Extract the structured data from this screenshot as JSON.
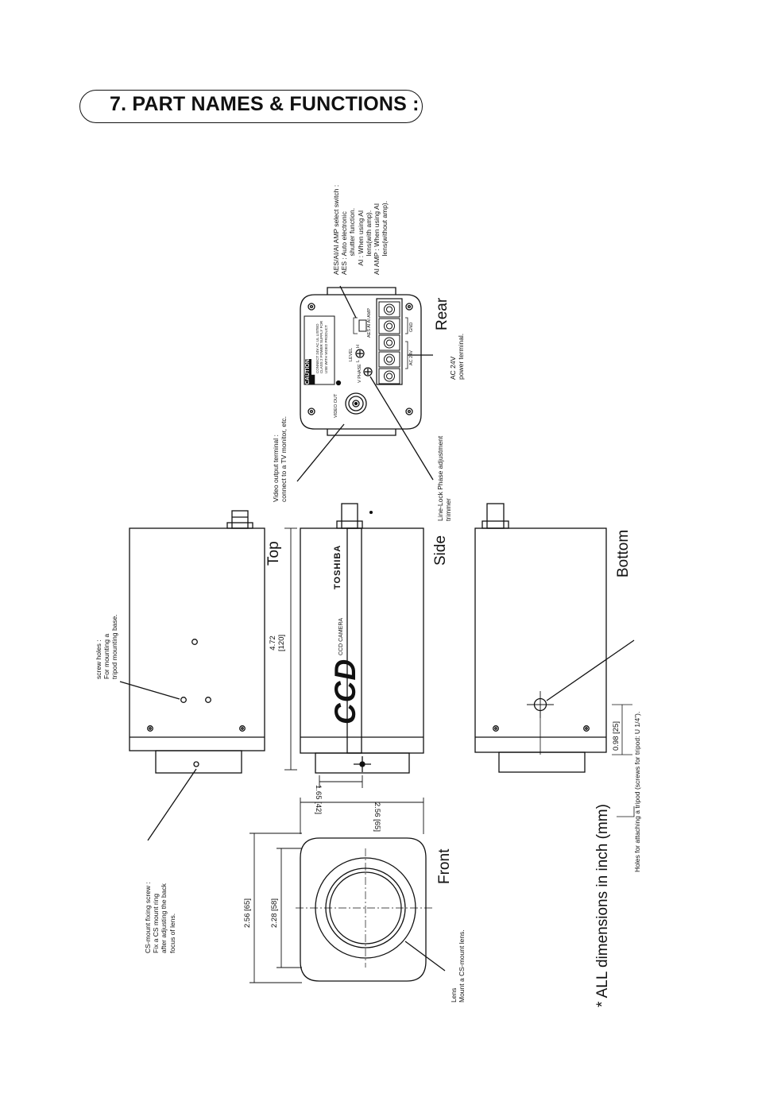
{
  "title": "7. PART NAMES & FUNCTIONS :",
  "views": {
    "top": "Top",
    "side": "Side",
    "bottom": "Bottom",
    "front": "Front",
    "rear": "Rear"
  },
  "callouts": {
    "screw_holes": "screw holes :\nFor mounting a\ntripod mounting base.",
    "cs_mount": "CS-mount fixing screw :\nFix a CS mount ring\nafter adjusting the back\nfocus of lens.",
    "lens": "Lens\nMount a CS-mount lens.",
    "video_output": "Video output terminal :\nconnect to a TV monitor, etc.",
    "line_lock": "Line-Lock Phase adjustment\ntrimmer",
    "ac24v": "AC 24V\npower terminal.",
    "aes_switch": "AES/AI/AI AMP select switch :\nAES : Auto electronic\n          shutter function.\n     AI : When using AI\n          lens(with amp).\nAI AMP : When using AI\n          lens(without amp).",
    "tripod_holes": "Holes for attaching a tripod (screws for tripod: U 1/4\")."
  },
  "dimensions": {
    "length": "4.72\n[120]",
    "width_side": "1.65 [42]",
    "width_front": "2.56 [65]",
    "height_outer": "2.56 [65]",
    "height_inner": "2.28 [58]",
    "bottom_offset": "0.98 [25]"
  },
  "camera_labels": {
    "brand": "TOSHIBA",
    "logo": "CCD",
    "model": "CCD CAMERA",
    "caution": "CAUTION",
    "caution_text": "CONNECT 24V AC UL LISTED\nCLASS 2 POWER SUPPLY FOR\nUSE WITH VIDEO PRODUCT",
    "video_out": "VIDEO OUT",
    "level": "LEVEL",
    "level_l": "L",
    "level_h": "H",
    "v_phase": "V PHASE",
    "switch": "AES  AI  AI AMP",
    "gnd": "GND",
    "ac24v": "AC 24V"
  },
  "footnote": "* ALL dimensions in inch (mm)"
}
